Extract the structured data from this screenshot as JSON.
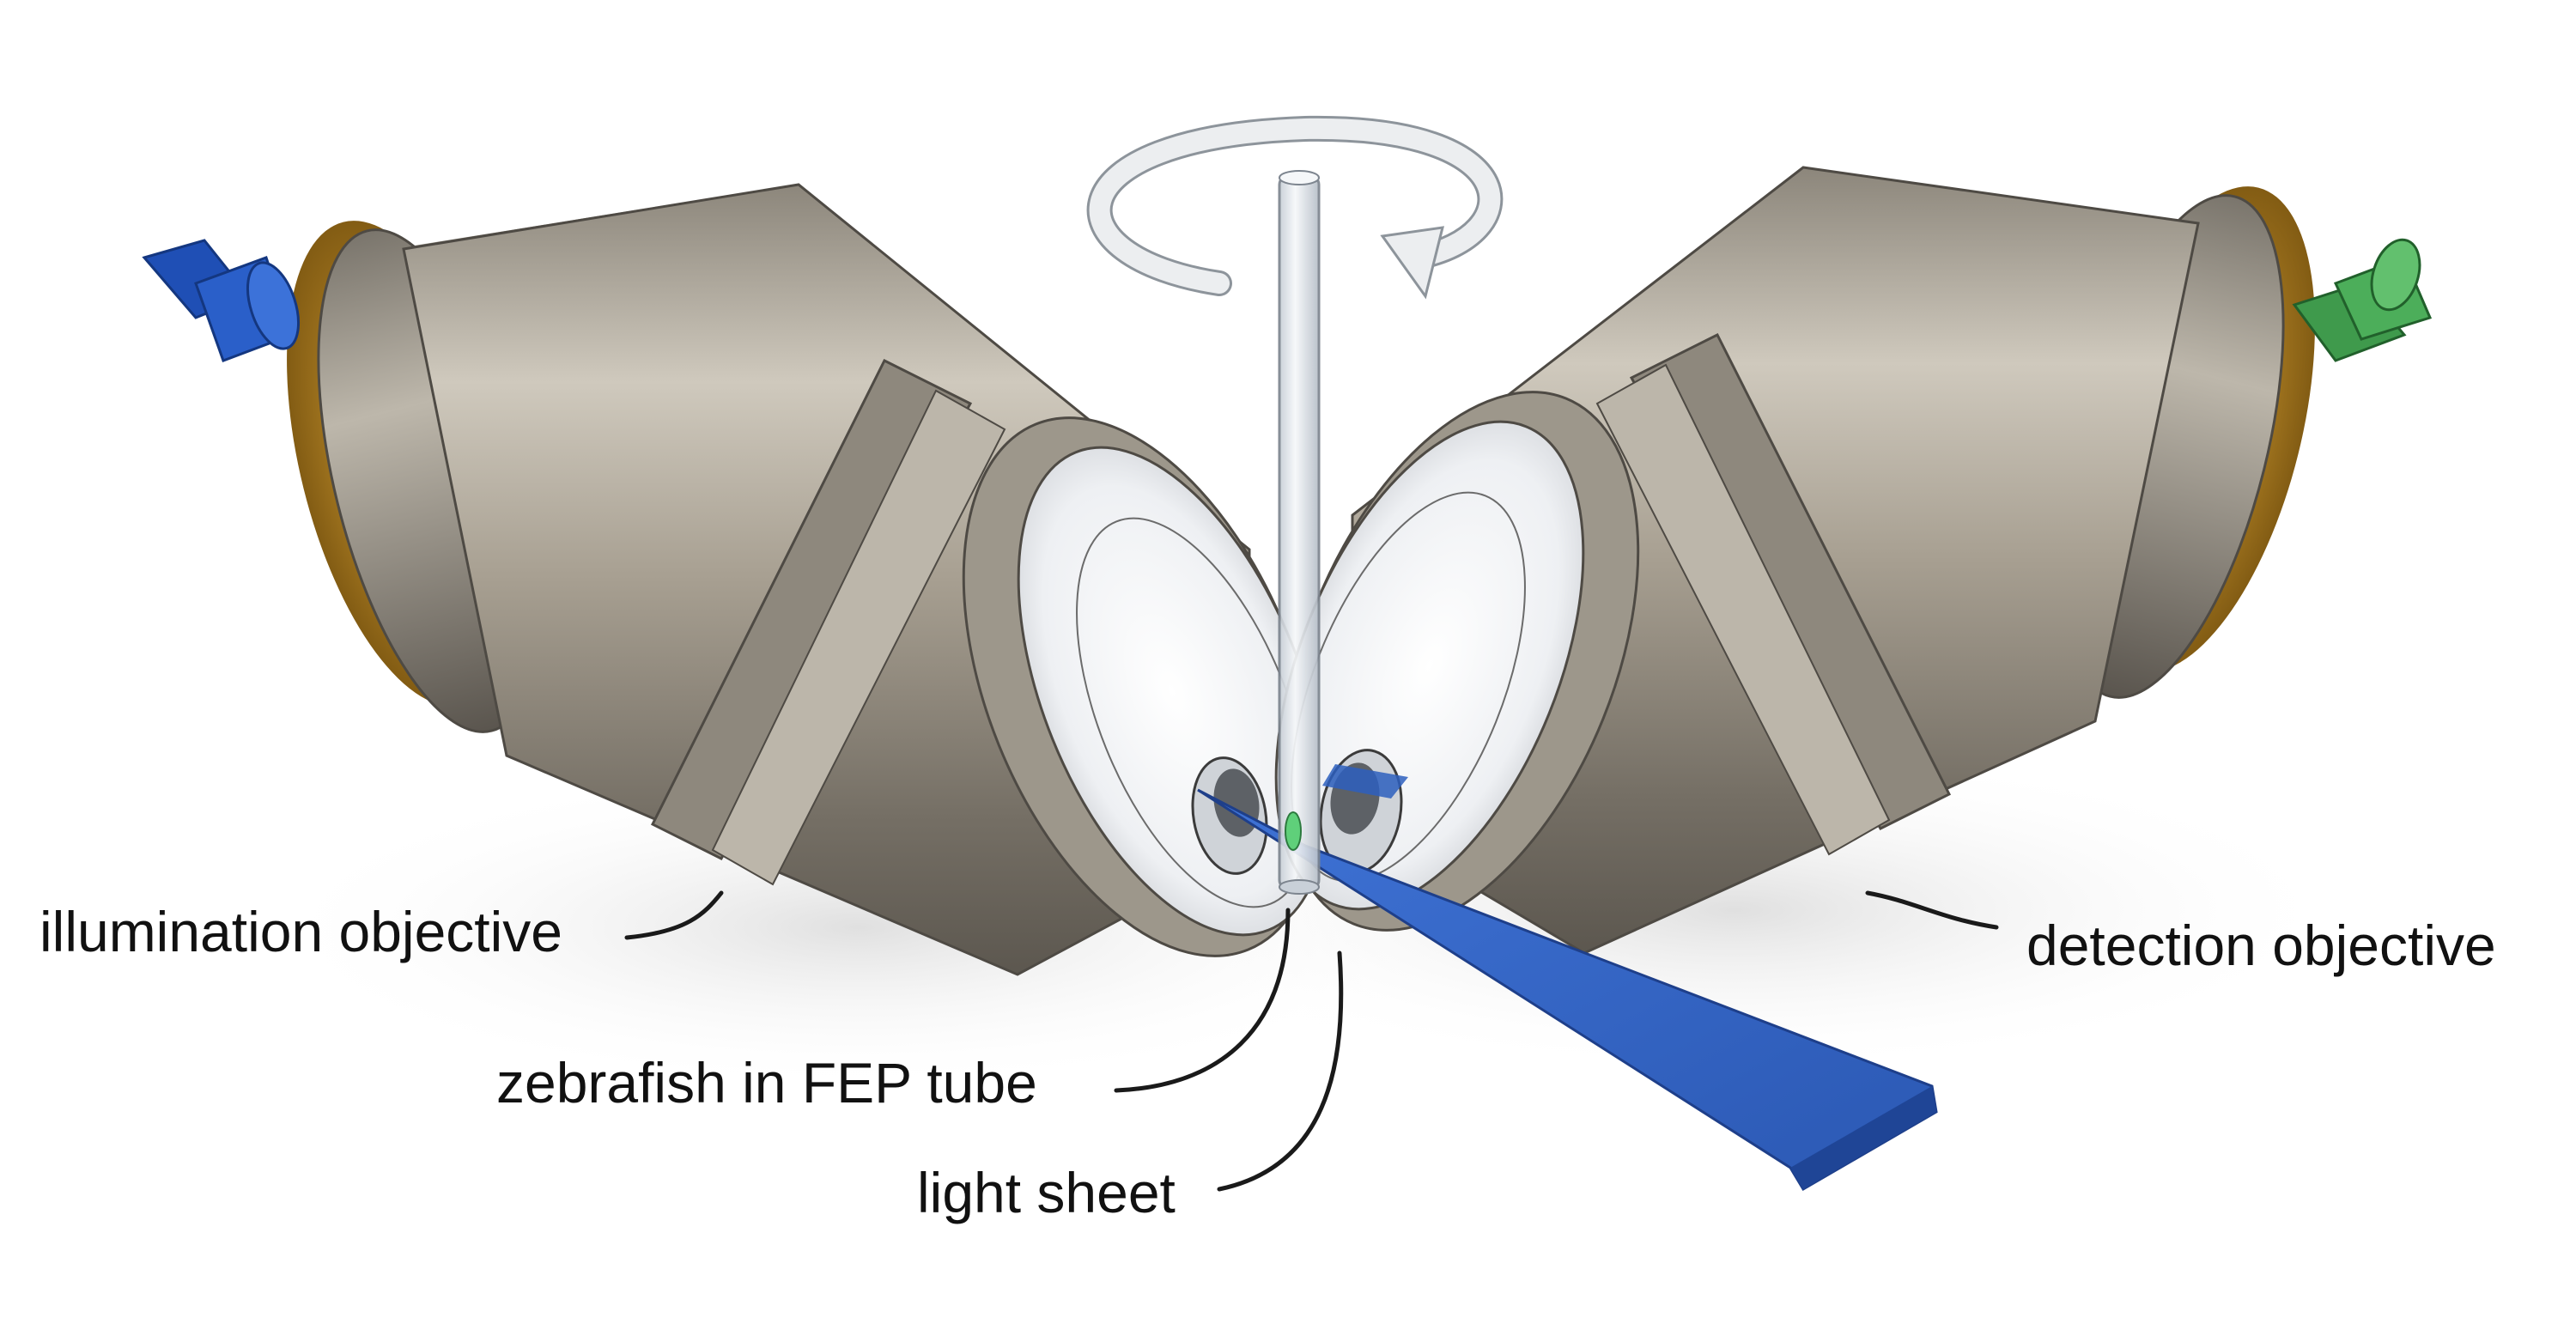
{
  "labels": {
    "illumination_objective": "illumination objective",
    "detection_objective": "detection objective",
    "zebrafish_tube": "zebrafish in FEP tube",
    "light_sheet": "light sheet"
  },
  "colors": {
    "illumination_light": "#2255c4",
    "detection_light": "#3f9a4c",
    "light_sheet": "#2d5fbe",
    "objective_metal": "#a8a192",
    "objective_brass": "#b8831c",
    "objective_lens_face": "#f2f3f5",
    "tube_glass": "#dde3ea",
    "rotation_arrow": "#e6e8ea",
    "sample_marker": "#5fd07a",
    "label_text": "#111111"
  },
  "icons": {
    "illumination_arrow": "blue-arrow-icon",
    "detection_arrow": "green-arrow-icon",
    "rotation": "rotation-arrow-icon"
  }
}
